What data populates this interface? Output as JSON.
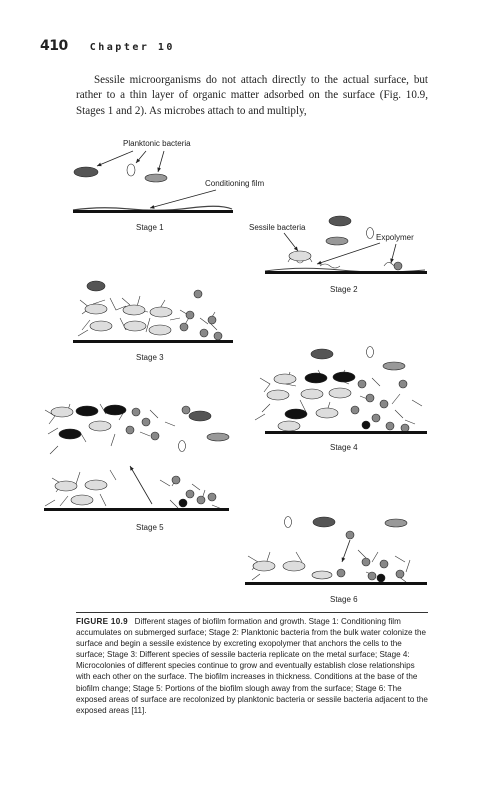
{
  "page": {
    "number": "410",
    "chapter": "Chapter 10"
  },
  "body": {
    "paragraph": "Sessile microorganisms do not attach directly to the actual surface, but rather to a thin layer of organic matter adsorbed on the surface (Fig. 10.9, Stages 1 and 2). As microbes attach to and multiply,"
  },
  "figure": {
    "labels": {
      "planktonic": "Planktonic bacteria",
      "conditioning": "Conditioning film",
      "sessile": "Sessile bacteria",
      "exopolymer": "Expolymer"
    },
    "stages": [
      "Stage 1",
      "Stage 2",
      "Stage 3",
      "Stage 4",
      "Stage 5",
      "Stage 6"
    ]
  },
  "caption": {
    "label": "FIGURE 10.9",
    "text": "Different stages of biofilm formation and growth. Stage 1: Conditioning film accumulates on submerged surface; Stage 2: Planktonic bacteria from the bulk water colonize the surface and begin a sessile existence by excreting exopolymer that anchors the cells to the surface; Stage 3: Different species of sessile bacteria replicate on the metal surface; Stage 4: Microcolonies of different species continue to grow and eventually establish close relationships with each other on the surface. The biofilm increases in thickness. Conditions at the base of the biofilm change; Stage 5: Portions of the biofilm slough away from the surface; Stage 6: The exposed areas of surface are recolonized by planktonic bacteria or sessile bacteria adjacent to the exposed areas [11]."
  }
}
